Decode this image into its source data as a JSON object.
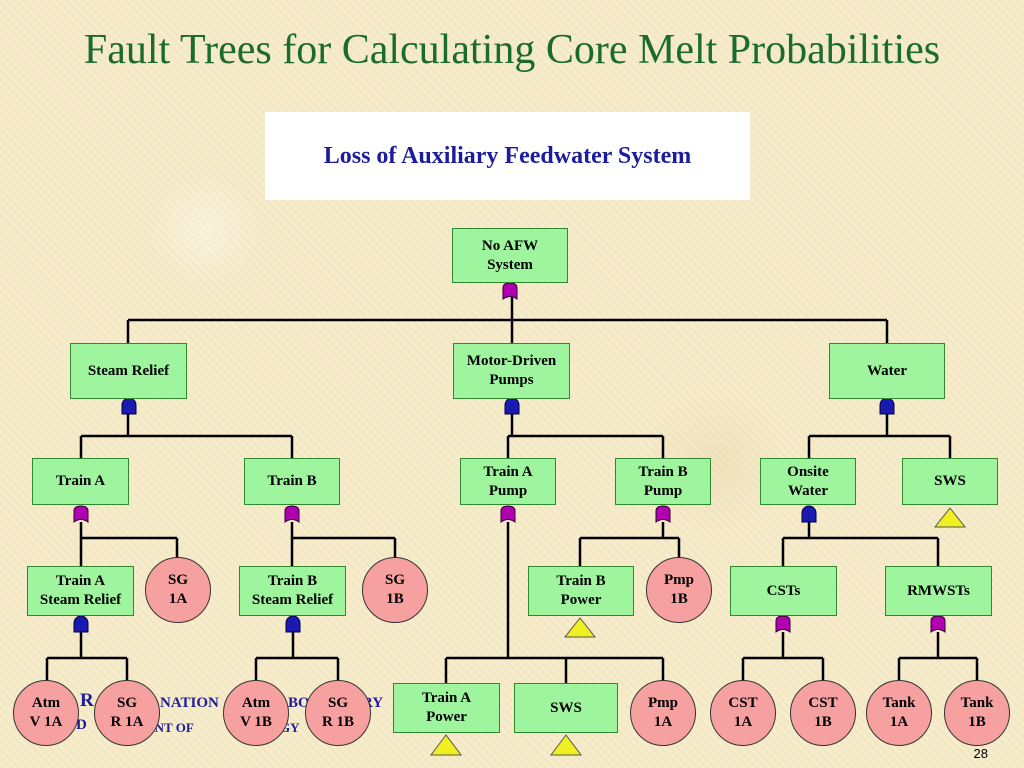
{
  "title": "Fault Trees for Calculating Core Melt Probabilities",
  "subtitle": "Loss of  Auxiliary Feedwater System",
  "nodes": {
    "top": "No AFW\nSystem",
    "steam_relief": "Steam Relief",
    "motor_pumps": "Motor-Driven\nPumps",
    "water": "Water",
    "train_a": "Train A",
    "train_b": "Train B",
    "train_a_pump": "Train A\nPump",
    "train_b_pump": "Train B\nPump",
    "onsite_water": "Onsite\nWater",
    "sws_top": "SWS",
    "train_a_steam_relief": "Train A\nSteam Relief",
    "train_b_steam_relief": "Train B\nSteam Relief",
    "train_b_power": "Train B\nPower",
    "csts": "CSTs",
    "rmwsts": "RMWSTs",
    "train_a_power": "Train A\nPower",
    "sws_bottom": "SWS"
  },
  "events": {
    "sg_1a": "SG\n1A",
    "sg_1b": "SG\n1B",
    "pmp_1b": "Pmp\n1B",
    "atm_v1a": "Atm\nV 1A",
    "sg_r1a": "SG\nR 1A",
    "atm_v1b": "Atm\nV 1B",
    "sg_r1b": "SG\nR 1B",
    "pmp_1a": "Pmp\n1A",
    "cst_1a": "CST\n1A",
    "cst_1b": "CST\n1B",
    "tank_1a": "Tank\n1A",
    "tank_1b": "Tank\n1B"
  },
  "footer": {
    "line1_a": "R",
    "line1_b": "NATION",
    "line1_c": "BO",
    "line1_d": "RY",
    "line2_a": "D",
    "line2_b": "ENT OF",
    "line2_c": "GY"
  },
  "page_number": "28",
  "colors": {
    "or_gate": "#b000b0",
    "and_gate": "#1a1ab0",
    "transfer": "#f0f020",
    "node_fill": "#9ef59e",
    "event_fill": "#f6a0a0"
  }
}
